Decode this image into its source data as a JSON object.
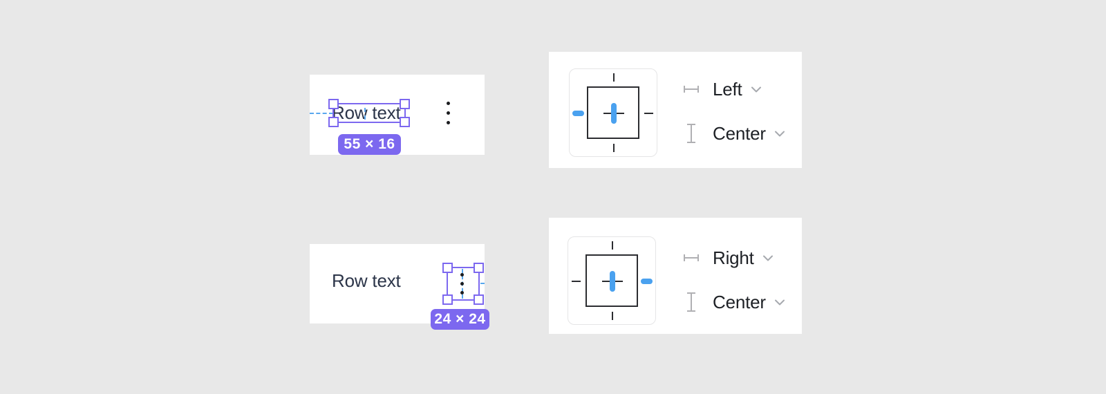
{
  "colors": {
    "background": "#E8E8E8",
    "card": "#FFFFFF",
    "accent_purple": "#7C68EF",
    "accent_blue": "#4AA1EF",
    "stroke_dark": "#2B2C30",
    "row_text_color": "#2C3549",
    "label_color": "#1D2025",
    "measure_icon_gray": "#B0B0B3",
    "chevron_gray": "#A6A9AE",
    "widget_border": "#E5E5E6"
  },
  "card_text_selected": {
    "row_label": "Row text",
    "size_badge": "55 × 16",
    "menu_icon": "kebab-vertical"
  },
  "card_icon_selected": {
    "row_label": "Row text",
    "size_badge": "24 × 24",
    "menu_icon": "kebab-vertical"
  },
  "card_align_left": {
    "horizontal_align": {
      "icon": "width-measure",
      "value": "Left"
    },
    "vertical_align": {
      "icon": "height-measure",
      "value": "Center"
    }
  },
  "card_align_right": {
    "horizontal_align": {
      "icon": "width-measure",
      "value": "Right"
    },
    "vertical_align": {
      "icon": "height-measure",
      "value": "Center"
    }
  }
}
